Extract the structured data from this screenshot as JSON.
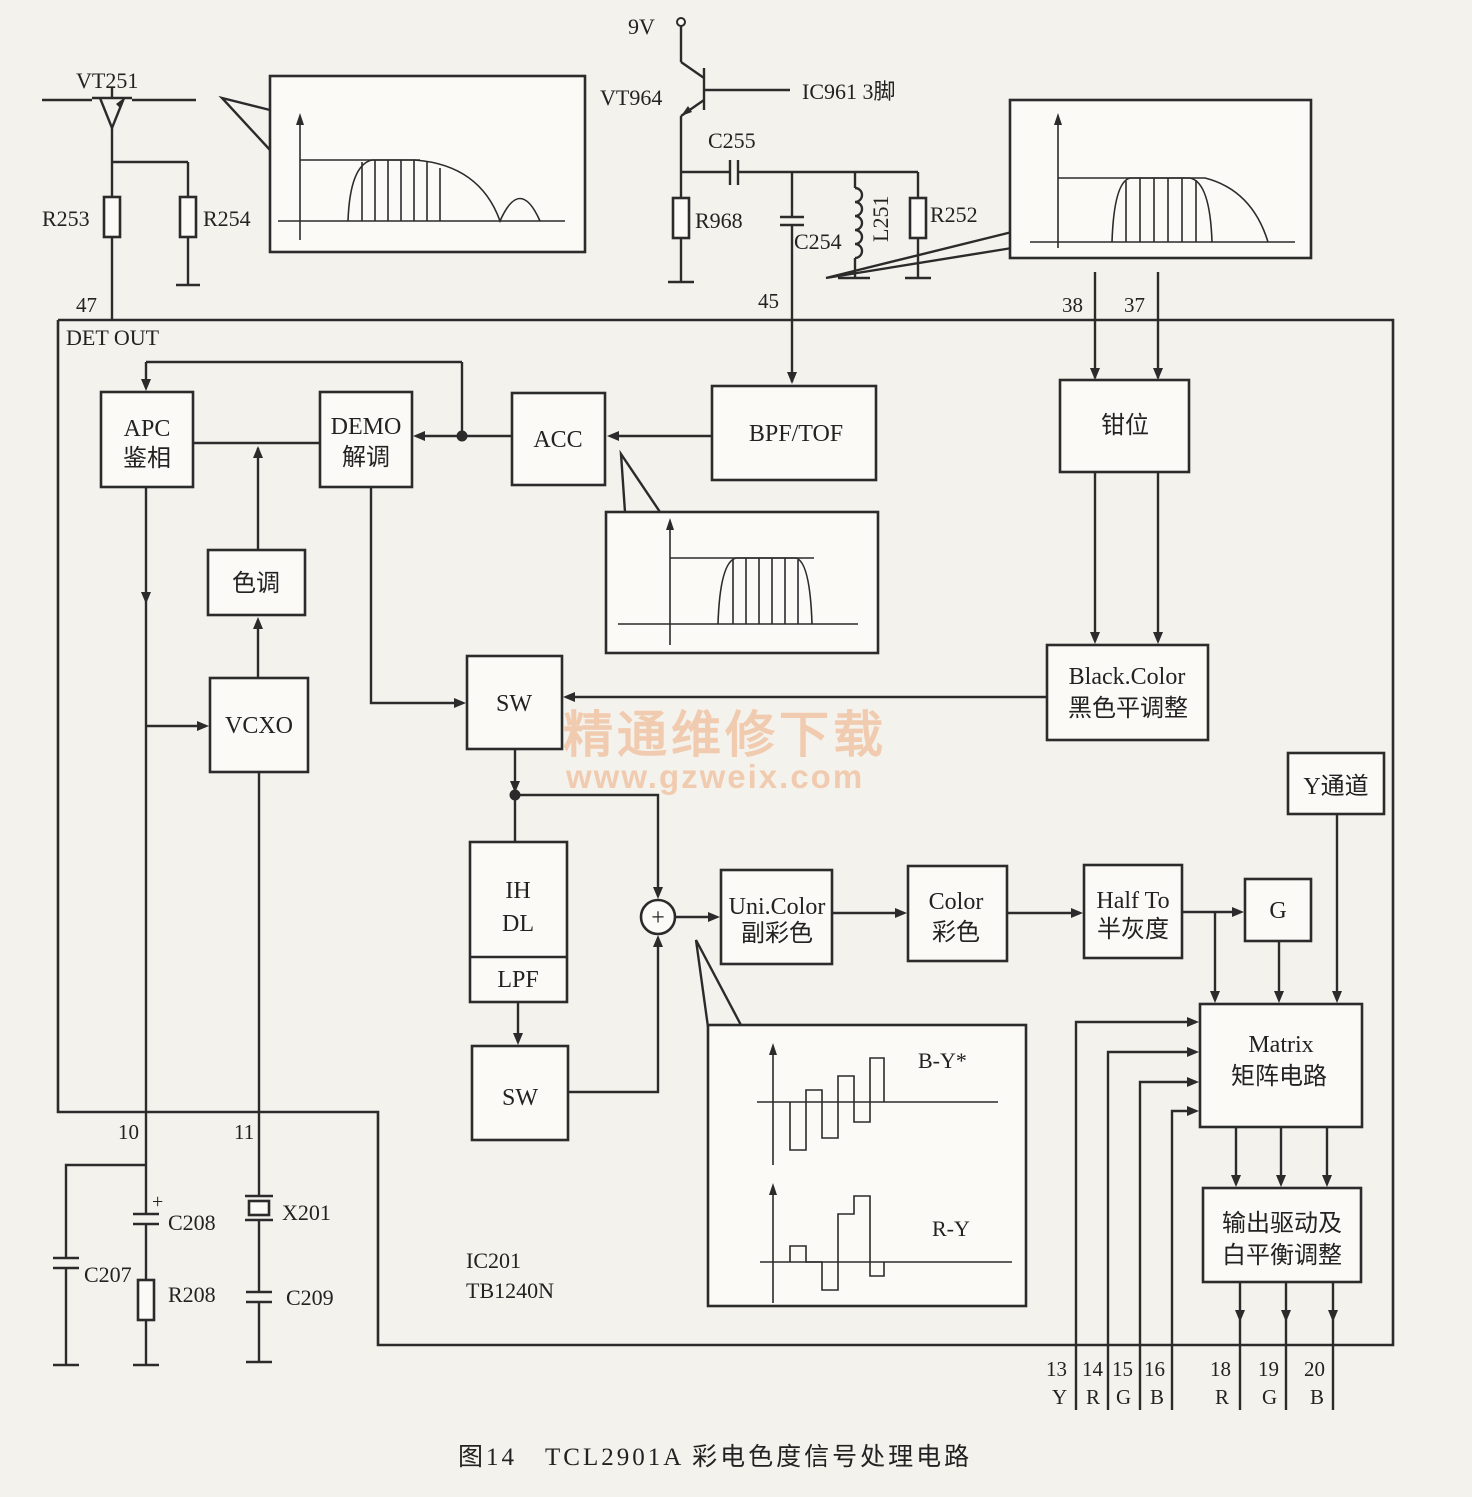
{
  "supply": {
    "voltage": "9V"
  },
  "transistors": {
    "vt251": "VT251",
    "vt964": "VT964",
    "ic961": "IC961 3脚"
  },
  "components": {
    "r253": "R253",
    "r254": "R254",
    "r968": "R968",
    "c255": "C255",
    "c254": "C254",
    "l251": "L251",
    "r252": "R252",
    "c207": "C207",
    "c208": "C208",
    "r208": "R208",
    "x201": "X201",
    "c209": "C209",
    "c208_polarity": "+"
  },
  "ic": {
    "det_out": "DET OUT",
    "name": "IC201",
    "model": "TB1240N"
  },
  "pins": {
    "p47": "47",
    "p45": "45",
    "p38": "38",
    "p37": "37",
    "p10": "10",
    "p11": "11",
    "p13": "13",
    "p14": "14",
    "p15": "15",
    "p16": "16",
    "p18": "18",
    "p19": "19",
    "p20": "20",
    "l13": "Y",
    "l14": "R",
    "l15": "G",
    "l16": "B",
    "l18": "R",
    "l19": "G",
    "l20": "B"
  },
  "blocks": {
    "apc": [
      "APC",
      "鉴相"
    ],
    "demo": [
      "DEMO",
      "解调"
    ],
    "acc": "ACC",
    "bpf": "BPF/TOF",
    "clamp": "钳位",
    "hue": "色调",
    "vcxo": "VCXO",
    "sw1": "SW",
    "black": [
      "Black.Color",
      "黑色平调整"
    ],
    "y_channel": "Y通道",
    "ihdl": [
      "IH",
      "DL"
    ],
    "lpf": "LPF",
    "sw2": "SW",
    "unicolor": [
      "Uni.Color",
      "副彩色"
    ],
    "color": [
      "Color",
      "彩色"
    ],
    "halfto": [
      "Half To",
      "半灰度"
    ],
    "g": "G",
    "matrix": [
      "Matrix",
      "矩阵电路"
    ],
    "output": [
      "输出驱动及",
      "白平衡调整"
    ],
    "adder": "+"
  },
  "waveforms": {
    "by": "B-Y*",
    "ry": "R-Y"
  },
  "watermark": {
    "cn": "精通维修下载",
    "url": "www.gzweix.com"
  },
  "caption": "图14　TCL2901A 彩电色度信号处理电路"
}
